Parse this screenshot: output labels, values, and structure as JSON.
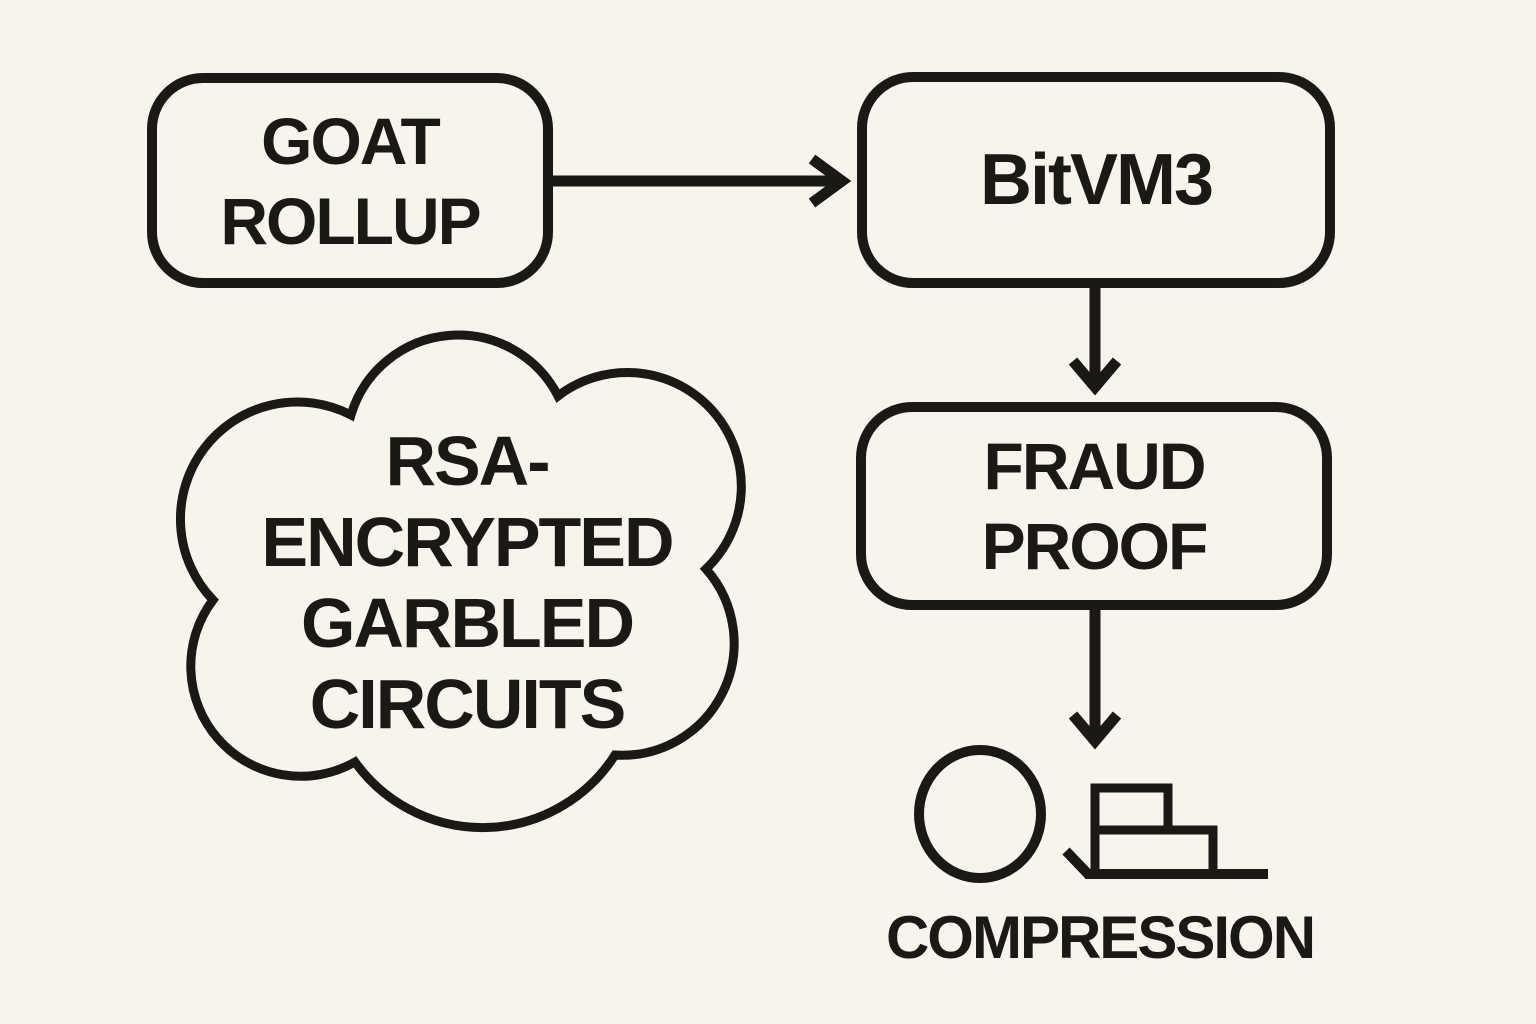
{
  "colors": {
    "background": "#f7f4ee",
    "ink": "#1b1916"
  },
  "nodes": {
    "goat_rollup": {
      "lines": [
        "GOAT",
        "ROLLUP"
      ]
    },
    "bitvm3": {
      "label": "BitVM3"
    },
    "fraud_proof": {
      "lines": [
        "FRAUD",
        "PROOF"
      ]
    },
    "cloud": {
      "lines": [
        "RSA-",
        "ENCRYPTED",
        "GARBLED",
        "CIRCUITS"
      ]
    },
    "compression": {
      "label": "COMPRESSION"
    }
  },
  "icons": {
    "circle": "circle-icon",
    "blocks": "stacked-blocks-icon"
  }
}
